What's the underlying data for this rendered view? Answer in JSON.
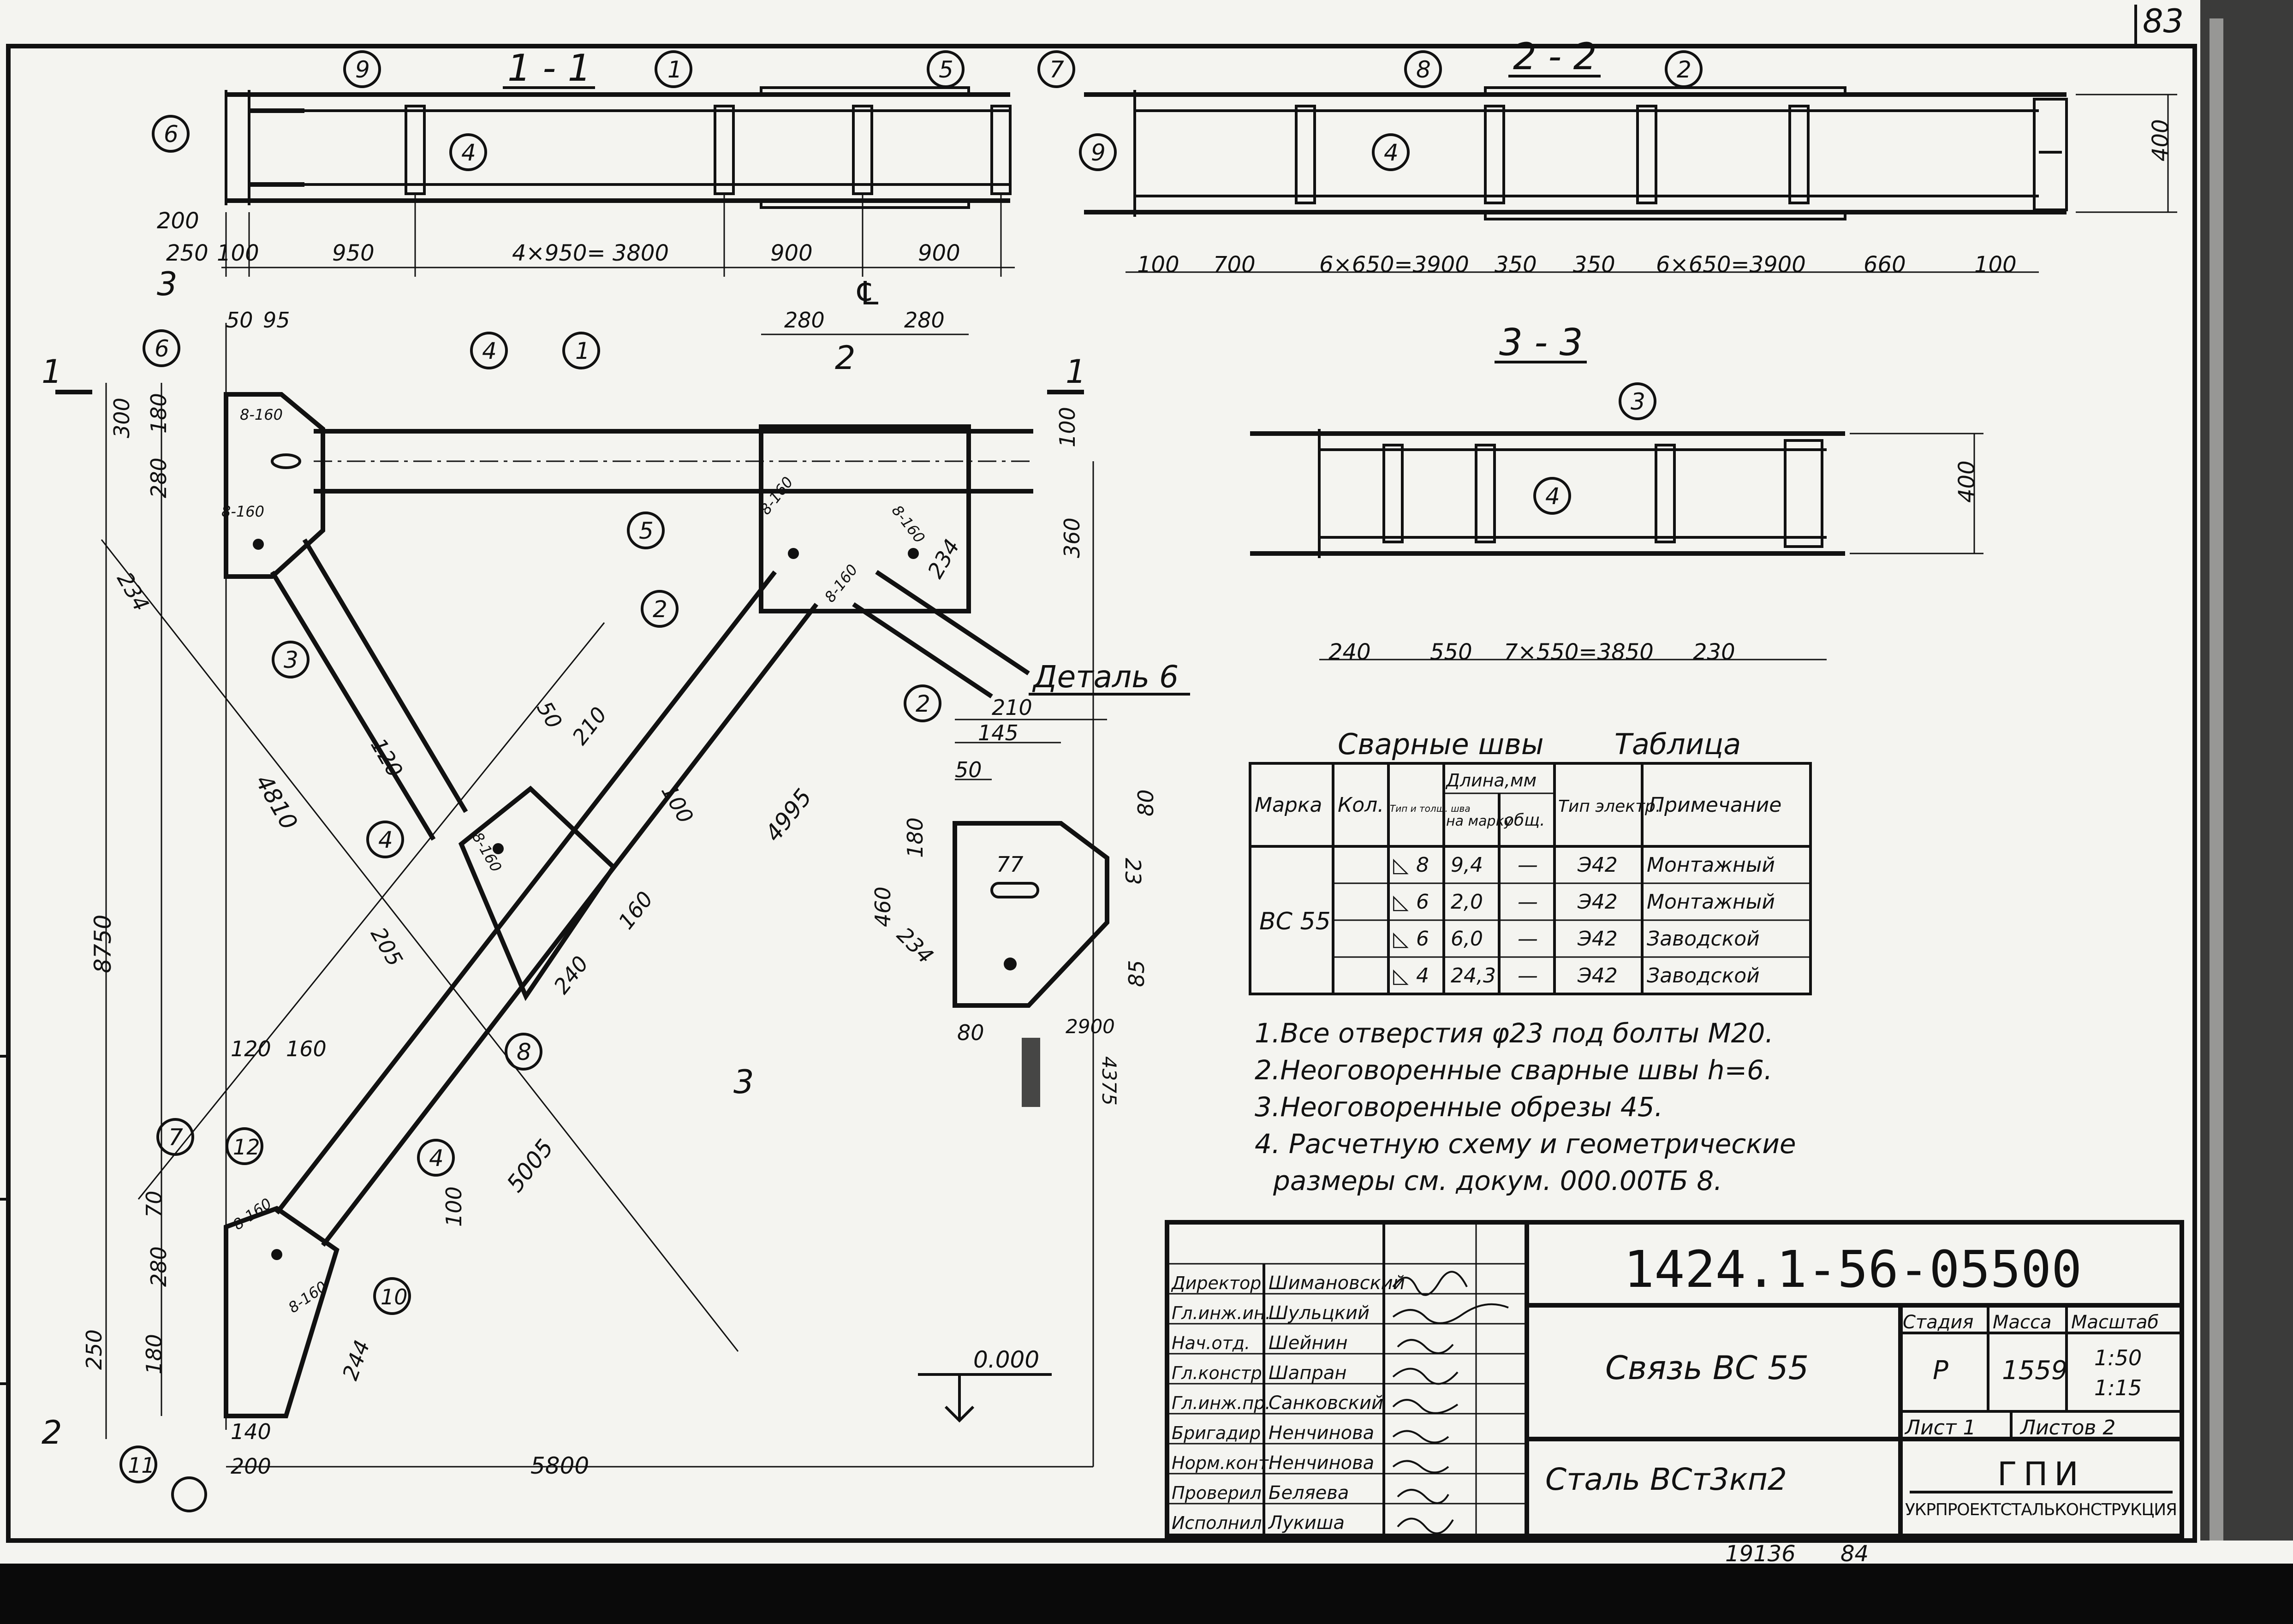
{
  "sheet_number": "83",
  "bottom_numbers": [
    "19136",
    "84"
  ],
  "sections": {
    "s11": {
      "title": "1 - 1",
      "dims": [
        "200",
        "250",
        "100",
        "950",
        "4×950= 3800",
        "900",
        "900"
      ],
      "callouts": [
        "6",
        "9",
        "1",
        "5",
        "4"
      ]
    },
    "s22": {
      "title": "2 - 2",
      "dims": [
        "100",
        "700",
        "6×650=3900",
        "350",
        "350",
        "6×650=3900",
        "660",
        "100"
      ],
      "height": "400",
      "callouts": [
        "7",
        "8",
        "2",
        "9",
        "4"
      ]
    },
    "s33": {
      "title": "3 - 3",
      "dims": [
        "240",
        "550",
        "7×550=3850",
        "230"
      ],
      "height": "400",
      "callouts": [
        "3",
        "4"
      ]
    }
  },
  "plan": {
    "cut_marks": [
      "1",
      "1",
      "2",
      "3",
      "3",
      "2"
    ],
    "axis_mark": "℄",
    "dims": {
      "d50": "50",
      "d95": "95",
      "d280a": "280",
      "d280b": "280",
      "d300": "300",
      "d180a": "180",
      "d280c": "280",
      "d234a": "234",
      "d100a": "100",
      "d360": "360",
      "d234b": "234",
      "d4810": "4810",
      "d4995": "4995",
      "d8750": "8750",
      "d5005": "5005",
      "d50b": "50",
      "d210": "210",
      "d120a": "120",
      "d100b": "100",
      "d205": "205",
      "d160a": "160",
      "d240": "240",
      "d120b": "120",
      "d160b": "160",
      "d70": "70",
      "d280d": "280",
      "d100c": "100",
      "d250": "250",
      "d180b": "180",
      "d244": "244",
      "d140": "140",
      "d200": "200",
      "d5800": "5800"
    },
    "bolts": [
      "8-160",
      "8-160",
      "8-160",
      "8-160",
      "8-160",
      "8-160",
      "8-160",
      "8-160"
    ],
    "callouts": [
      "6",
      "4",
      "1",
      "5",
      "3",
      "2",
      "2",
      "4",
      "8",
      "7",
      "12",
      "4",
      "10",
      "11"
    ],
    "level": "0.000"
  },
  "detail6": {
    "title": "Деталь 6",
    "dims": [
      "210",
      "145",
      "50",
      "80",
      "180",
      "460",
      "77",
      "23",
      "234",
      "85",
      "80",
      "2900",
      "4375"
    ]
  },
  "weld_table": {
    "title": "Сварные швы",
    "title_right": "Таблица",
    "headers": {
      "mark": "Марка",
      "qty": "Кол.",
      "type": "Тип и толщ. шва",
      "length": "Длина,мм",
      "per_mark": "на марку",
      "total": "общ.",
      "electrode": "Тип электр.",
      "note": "Примечание"
    },
    "mark_value": "ВС 55",
    "rows": [
      {
        "type": "8",
        "per_mark": "9,4",
        "total": "—",
        "electrode": "Э42",
        "note": "Монтажный"
      },
      {
        "type": "6",
        "per_mark": "2,0",
        "total": "—",
        "electrode": "Э42",
        "note": "Монтажный"
      },
      {
        "type": "6",
        "per_mark": "6,0",
        "total": "—",
        "electrode": "Э42",
        "note": "Заводской"
      },
      {
        "type": "4",
        "per_mark": "24,3",
        "total": "—",
        "electrode": "Э42",
        "note": "Заводской"
      }
    ]
  },
  "notes": [
    "1.Все отверстия φ23 под болты М20.",
    "2.Неоговоренные сварные швы  h=6.",
    "3.Неоговоренные обрезы 45.",
    "4. Расчетную схему и геометрические",
    "размеры см. докум. 000.00ТБ 8."
  ],
  "title_block": {
    "doc_code": "1424.1-56-05500",
    "name": "Связь ВС 55",
    "material": "Сталь ВСт3кп2",
    "stage_label": "Стадия",
    "mass_label": "Масса",
    "scale_label": "Масштаб",
    "stage": "Р",
    "mass": "1559",
    "scale1": "1:50",
    "scale2": "1:15",
    "sheet_label": "Лист 1",
    "sheets_label": "Листов 2",
    "org_short": "ГПИ",
    "org_long": "УКРПРОЕКТСТАЛЬКОНСТРУКЦИЯ",
    "staff": [
      {
        "role": "Директор",
        "name": "Шимановский"
      },
      {
        "role": "Гл.инж.ин.",
        "name": "Шульцкий"
      },
      {
        "role": "Нач.отд.",
        "name": "Шейнин"
      },
      {
        "role": "Гл.констр.",
        "name": "Шапран"
      },
      {
        "role": "Гл.инж.пр.",
        "name": "Санковский"
      },
      {
        "role": "Бригадир",
        "name": "Ненчинова"
      },
      {
        "role": "Норм.конт.",
        "name": "Ненчинова"
      },
      {
        "role": "Проверил",
        "name": "Беляева"
      },
      {
        "role": "Исполнил",
        "name": "Лукиша"
      }
    ]
  }
}
